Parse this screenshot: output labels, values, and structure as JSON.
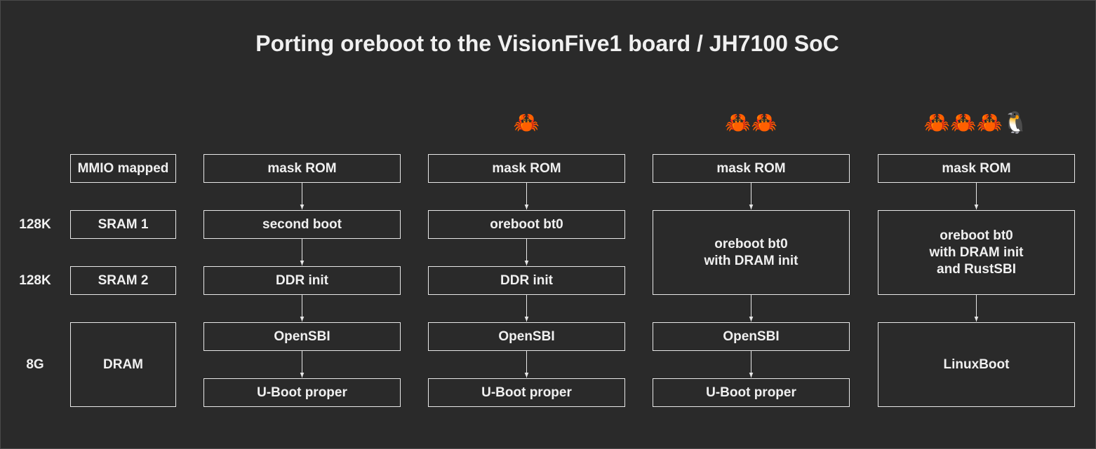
{
  "title": "Porting oreboot to the VisionFive1 board / JH7100 SoC",
  "memory_map": {
    "sizes": {
      "sram1": "128K",
      "sram2": "128K",
      "dram": "8G"
    },
    "regions": {
      "mmio": "MMIO mapped",
      "sram1": "SRAM 1",
      "sram2": "SRAM 2",
      "dram": "DRAM"
    }
  },
  "columns": [
    {
      "emoji": "",
      "stages": [
        "mask ROM",
        "second boot",
        "DDR init",
        "OpenSBI",
        "U-Boot proper"
      ]
    },
    {
      "emoji": "🦀",
      "stages": [
        "mask ROM",
        "oreboot bt0",
        "DDR init",
        "OpenSBI",
        "U-Boot proper"
      ]
    },
    {
      "emoji": "🦀🦀",
      "stages": [
        "mask ROM",
        "oreboot bt0\nwith DRAM init",
        "OpenSBI",
        "U-Boot proper"
      ]
    },
    {
      "emoji": "🦀🦀🦀🐧",
      "stages": [
        "mask ROM",
        "oreboot bt0\nwith DRAM init\nand RustSBI",
        "LinuxBoot"
      ]
    }
  ]
}
